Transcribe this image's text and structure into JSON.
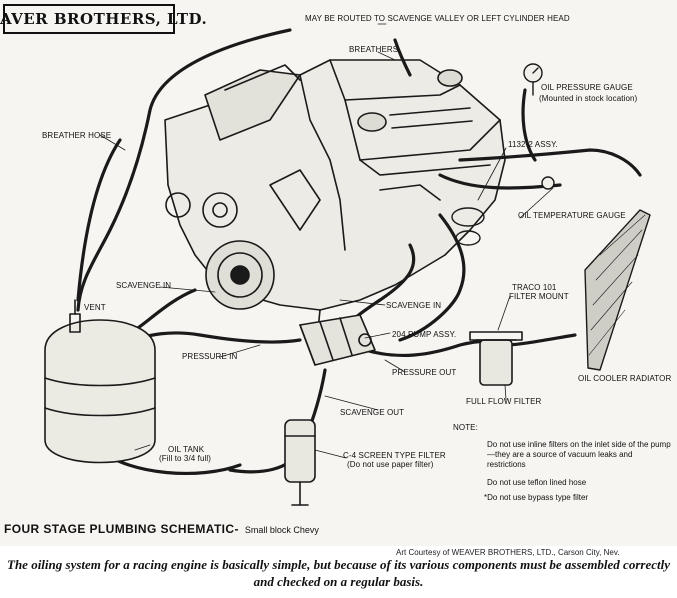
{
  "logo": "WEAVER BROTHERS, LTD.",
  "labels": {
    "route_note": "MAY BE ROUTED TO SCAVENGE VALLEY OR LEFT CYLINDER HEAD",
    "breathers": "BREATHERS",
    "oil_pressure_gauge": "OIL PRESSURE GAUGE",
    "oil_pressure_gauge_sub": "(Mounted in stock location)",
    "breather_hose": "BREATHER HOSE",
    "assy_1132": "1132-2 ASSY.",
    "oil_temp_gauge": "OIL TEMPERATURE GAUGE",
    "scavenge_in_1": "SCAVENGE IN",
    "vent": "VENT",
    "scavenge_in_2": "SCAVENGE IN",
    "traco_line1": "TRACO 101",
    "traco_line2": "FILTER MOUNT",
    "pump_assy": "204 PUMP ASSY.",
    "pressure_in": "PRESSURE IN",
    "pressure_out": "PRESSURE OUT",
    "oil_cooler_radiator": "OIL COOLER RADIATOR",
    "full_flow_filter": "FULL FLOW FILTER",
    "scavenge_out": "SCAVENGE OUT",
    "note_heading": "NOTE:",
    "oil_tank": "OIL TANK",
    "oil_tank_sub": "(Fill to 3/4 full)",
    "screen_filter": "C-4 SCREEN TYPE FILTER",
    "screen_filter_sub": "(Do not use paper filter)"
  },
  "notes": {
    "note1": "Do not use inline filters on the inlet side of the pump—they are a source of vacuum leaks and restrictions",
    "note2": "Do not use teflon lined hose",
    "note3": "Do not use bypass type filter"
  },
  "title": "FOUR STAGE PLUMBING SCHEMATIC-",
  "subtitle": "Small block Chevy",
  "credit": "Art Courtesy of WEAVER BROTHERS, LTD., Carson City, Nev.",
  "caption": "The oiling system for a racing engine is basically simple, but because of its various components must be assembled correctly and checked on a regular basis."
}
